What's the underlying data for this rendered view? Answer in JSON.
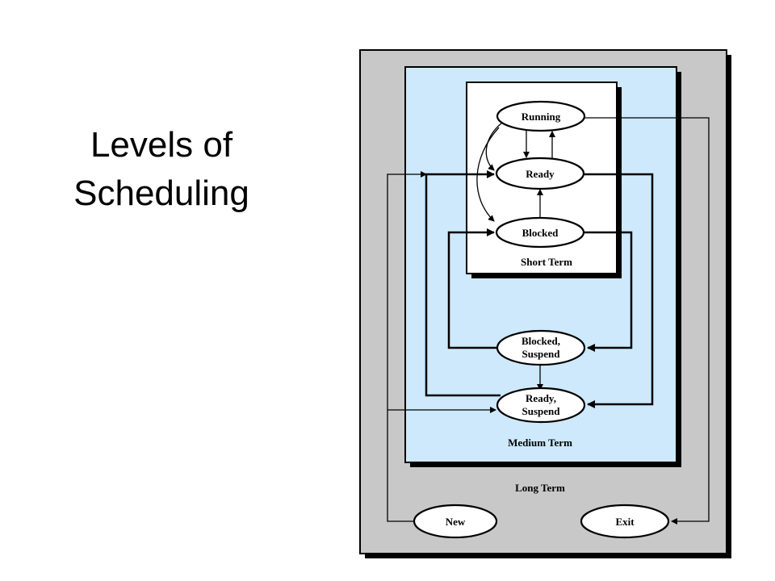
{
  "slide": {
    "title_line1": "Levels of",
    "title_line2": "Scheduling"
  },
  "colors": {
    "long_term_fill": "#c8c8c8",
    "medium_term_fill": "#cde9fb",
    "short_term_fill": "#ffffff",
    "outline": "#000000"
  },
  "regions": {
    "long_term": "Long Term",
    "medium_term": "Medium Term",
    "short_term": "Short Term"
  },
  "states": {
    "running": "Running",
    "ready": "Ready",
    "blocked": "Blocked",
    "blocked_suspend_1": "Blocked,",
    "blocked_suspend_2": "Suspend",
    "ready_suspend_1": "Ready,",
    "ready_suspend_2": "Suspend",
    "new": "New",
    "exit": "Exit"
  }
}
